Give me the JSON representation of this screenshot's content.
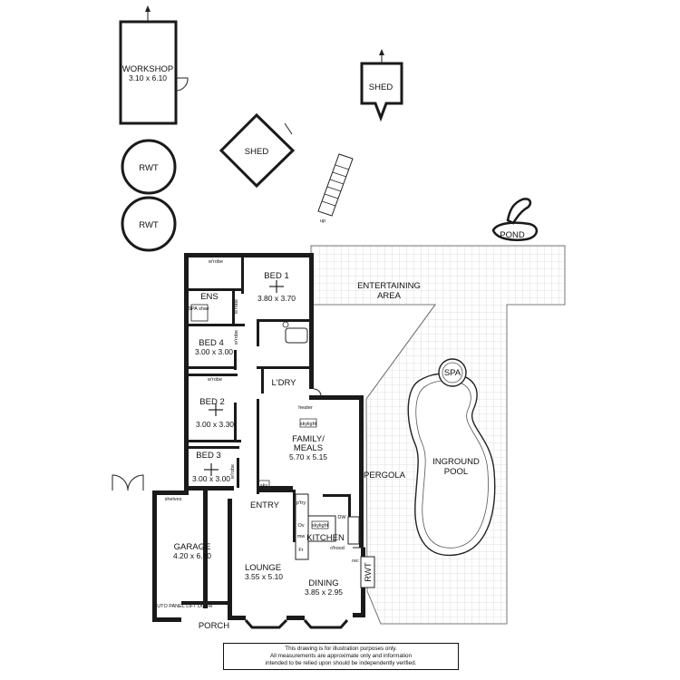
{
  "rooms": {
    "workshop": {
      "name": "WORKSHOP",
      "size": "3.10 x 6.10"
    },
    "shed_top": {
      "name": "SHED"
    },
    "shed_left": {
      "name": "SHED"
    },
    "rwt_1": {
      "name": "RWT"
    },
    "rwt_2": {
      "name": "RWT"
    },
    "rwt_3": {
      "name": "RWT"
    },
    "pond": {
      "name": "POND"
    },
    "entertaining": {
      "line1": "ENTERTAINING",
      "line2": "AREA"
    },
    "spa": {
      "name": "SPA"
    },
    "pool": {
      "line1": "INGROUND",
      "line2": "POOL"
    },
    "pergola": {
      "name": "PERGOLA"
    },
    "bed1": {
      "name": "BED 1",
      "size": "3.80 x 3.70"
    },
    "ens": {
      "name": "ENS"
    },
    "bed4": {
      "name": "BED 4",
      "size": "3.00 x 3.00"
    },
    "laundry": {
      "name": "L'DRY"
    },
    "bed2": {
      "name": "BED 2",
      "size": "3.00 x 3.30"
    },
    "bed3": {
      "name": "BED 3",
      "size": "3.00 x 3.00"
    },
    "family": {
      "line1": "FAMILY/",
      "line2": "MEALS",
      "size": "5.70 x 5.15"
    },
    "entry": {
      "name": "ENTRY"
    },
    "kitchen": {
      "name": "KITCHEN"
    },
    "garage": {
      "name": "GARAGE",
      "size": "4.20 x 6.80"
    },
    "lounge": {
      "name": "LOUNGE",
      "size": "3.55 x 5.10"
    },
    "dining": {
      "name": "DINING",
      "size": "3.85 x 2.95"
    },
    "porch": {
      "name": "PORCH"
    }
  },
  "small_labels": {
    "wrobe": "w'robe",
    "up": "up",
    "spa_shwr": "SPA shwr",
    "heater": "heater",
    "skylight": "skylight",
    "sky": "sky",
    "shelves": "shelves",
    "auto_door": "AUTO PANEL LIFT DOOR",
    "pantry": "p'try",
    "ov": "Ov",
    "mw": "mw",
    "fr": "Fr",
    "dw": "DW",
    "rhood": "r/hood",
    "rec": "rec"
  },
  "disclaimer": {
    "line1": "This drawing is for illustration purposes only.",
    "line2": "All measurements are approximate only and information",
    "line3": "intended to be relied upon should be independently verified."
  }
}
